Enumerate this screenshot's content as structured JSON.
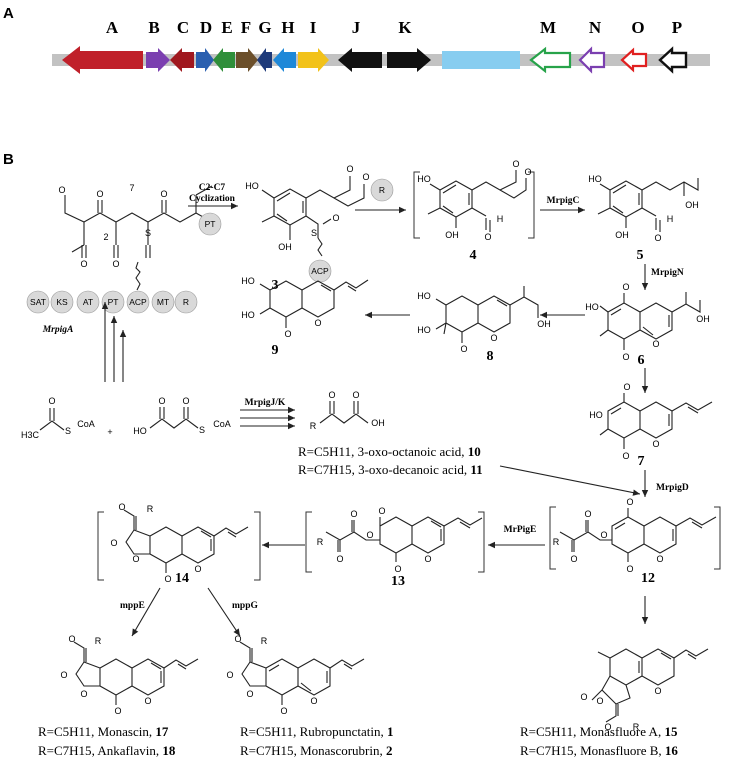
{
  "panels": {
    "a": "A",
    "b": "B"
  },
  "gene_cluster": {
    "labels": [
      "A",
      "B",
      "C",
      "D",
      "E",
      "F",
      "G",
      "H",
      "I",
      "J",
      "K",
      "M",
      "N",
      "O",
      "P"
    ],
    "colors": {
      "A": "#c0202a",
      "B": "#7b3fb0",
      "C": "#a0181e",
      "D": "#2a5fb0",
      "E": "#2f8f3a",
      "F": "#6b4f2a",
      "G": "#1e3a7a",
      "H": "#1e88d8",
      "I": "#f2c21a",
      "J": "#111111",
      "K": "#111111",
      "blank": "#87cdf0",
      "M": "#27a34a",
      "N": "#7b3fb0",
      "O": "#e02020",
      "P": "#111111",
      "axis": "#c2c2c2"
    }
  },
  "pks_domains": [
    "SAT",
    "KS",
    "AT",
    "PT",
    "ACP",
    "MT",
    "R"
  ],
  "reagents": {
    "R": "R",
    "PT": "PT",
    "ACP": "ACP"
  },
  "enzymes": {
    "cyclization": [
      "C2-C7",
      "Cyclization"
    ],
    "mrpigA": "MrpigA",
    "mrpigC": "MrpigC",
    "mrpigN": "MrpigN",
    "mrpigJK": "MrpigJ/K",
    "mrpigD": "MrpigD",
    "mrpigE": "MrPigE",
    "mppE": "mppE",
    "mppG": "mppG"
  },
  "compound_numbers": {
    "c3": "3",
    "c4": "4",
    "c5": "5",
    "c6": "6",
    "c7": "7",
    "c8": "8",
    "c9": "9",
    "c12": "12",
    "c13": "13",
    "c14": "14"
  },
  "atoms": {
    "O": "O",
    "OH": "OH",
    "HO": "HO",
    "H": "H",
    "S": "S",
    "R": "R",
    "H3C": "H3C",
    "CoA": "CoA",
    "plus": "+",
    "n7": "7",
    "n2": "2"
  },
  "products": [
    {
      "r": "R=C5H11",
      "name": ", 3-oxo-octanoic acid, ",
      "num": "10"
    },
    {
      "r": "R=C7H15",
      "name": ", 3-oxo-decanoic acid, ",
      "num": "11"
    },
    {
      "r": "R=C5H11",
      "name": ", Monascin, ",
      "num": "17"
    },
    {
      "r": "R=C7H15",
      "name": ", Ankaflavin, ",
      "num": "18"
    },
    {
      "r": "R=C5H11",
      "name": ", Rubropunctatin, ",
      "num": "1"
    },
    {
      "r": "R=C7H15",
      "name": ", Monascorubrin, ",
      "num": "2"
    },
    {
      "r": "R=C5H11",
      "name": ", Monasfluore A, ",
      "num": "15"
    },
    {
      "r": "R=C7H15",
      "name": ", Monasfluore B, ",
      "num": "16"
    }
  ]
}
